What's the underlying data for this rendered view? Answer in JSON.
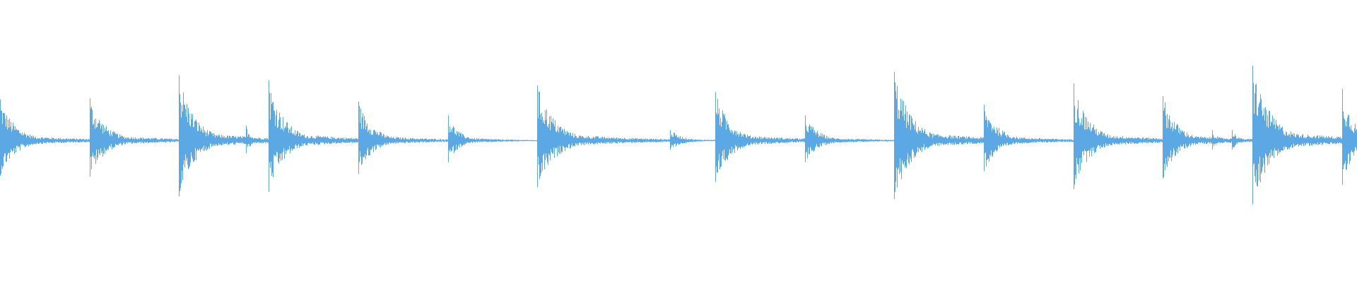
{
  "waveform": {
    "color": "#5ba8e5",
    "background": "#ffffff",
    "transients": [
      {
        "t": 0.0,
        "amp": 0.39,
        "decay": 0.026,
        "kind": "hit"
      },
      {
        "t": 0.066,
        "amp": 0.4,
        "decay": 0.026,
        "kind": "hit"
      },
      {
        "t": 0.132,
        "amp": 0.62,
        "decay": 0.026,
        "kind": "hit"
      },
      {
        "t": 0.181,
        "amp": 0.14,
        "decay": 0.01,
        "kind": "ghost"
      },
      {
        "t": 0.198,
        "amp": 0.57,
        "decay": 0.026,
        "kind": "hit"
      },
      {
        "t": 0.264,
        "amp": 0.37,
        "decay": 0.024,
        "kind": "hit"
      },
      {
        "t": 0.33,
        "amp": 0.24,
        "decay": 0.018,
        "kind": "hit"
      },
      {
        "t": 0.396,
        "amp": 0.52,
        "decay": 0.03,
        "kind": "hit"
      },
      {
        "t": 0.494,
        "amp": 0.1,
        "decay": 0.02,
        "kind": "ghost"
      },
      {
        "t": 0.527,
        "amp": 0.46,
        "decay": 0.026,
        "kind": "hit"
      },
      {
        "t": 0.593,
        "amp": 0.24,
        "decay": 0.022,
        "kind": "hit"
      },
      {
        "t": 0.659,
        "amp": 0.65,
        "decay": 0.028,
        "kind": "hit"
      },
      {
        "t": 0.725,
        "amp": 0.34,
        "decay": 0.024,
        "kind": "hit"
      },
      {
        "t": 0.791,
        "amp": 0.54,
        "decay": 0.026,
        "kind": "hit"
      },
      {
        "t": 0.857,
        "amp": 0.42,
        "decay": 0.024,
        "kind": "hit"
      },
      {
        "t": 0.893,
        "amp": 0.1,
        "decay": 0.01,
        "kind": "ghost"
      },
      {
        "t": 0.908,
        "amp": 0.1,
        "decay": 0.01,
        "kind": "ghost"
      },
      {
        "t": 0.923,
        "amp": 0.71,
        "decay": 0.03,
        "kind": "hit"
      },
      {
        "t": 0.989,
        "amp": 0.49,
        "decay": 0.02,
        "kind": "hit"
      }
    ]
  }
}
